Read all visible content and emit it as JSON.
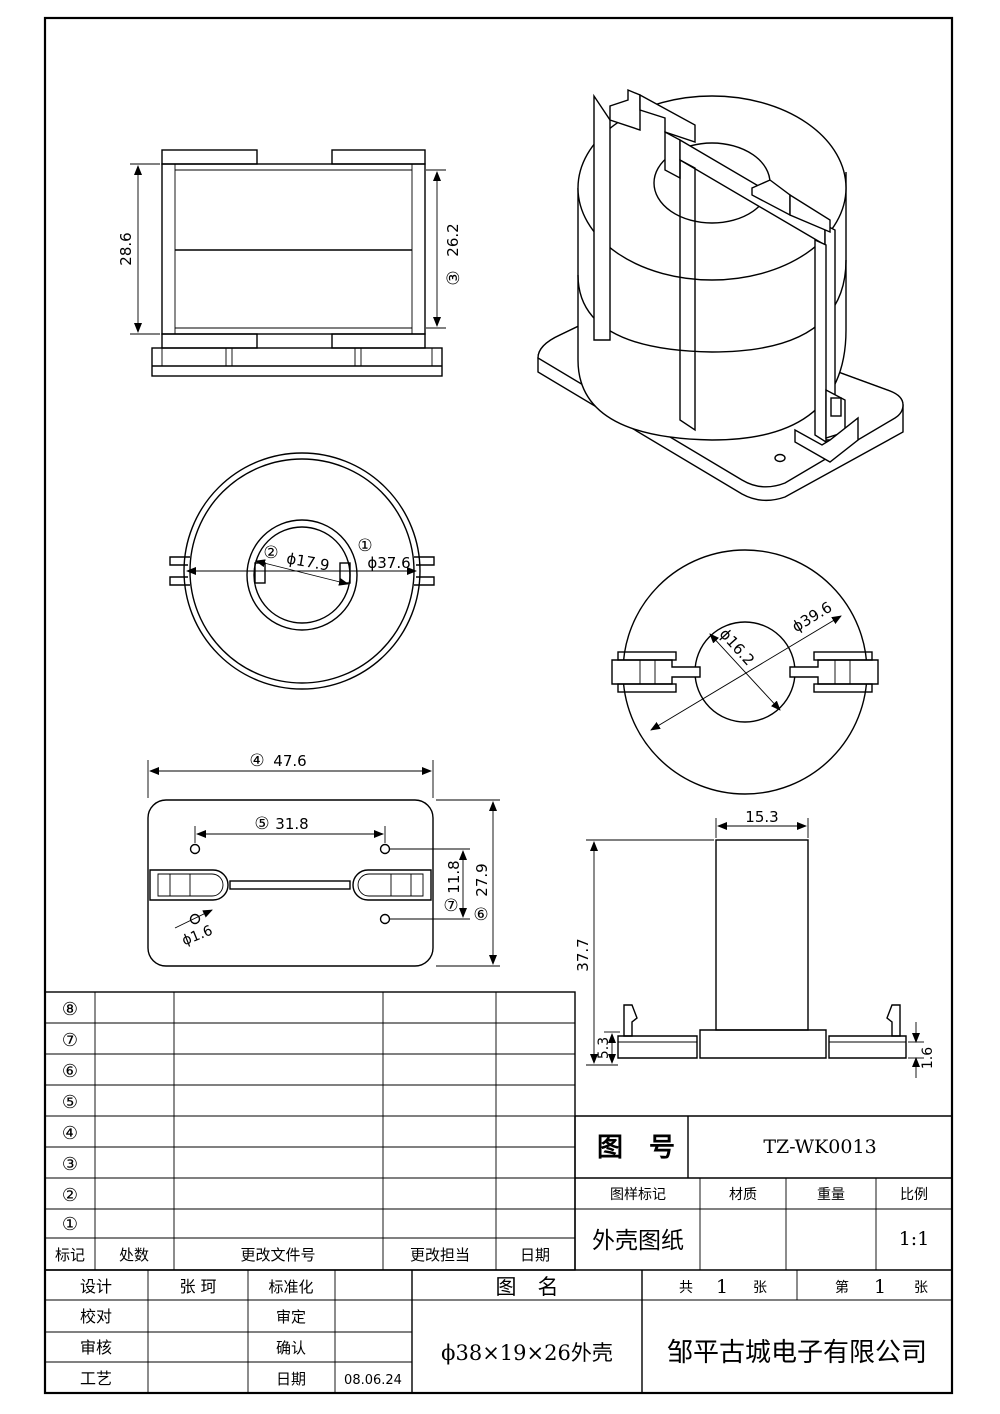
{
  "dims": {
    "front_height": "28.6",
    "front_inner_height": "26.2",
    "front_inner_marker": "③",
    "ring_inner_marker": "②",
    "ring_inner_dia": "ϕ17.9",
    "ring_outer_marker": "①",
    "ring_outer_dia": "ϕ37.6",
    "iso_outer_dia": "ϕ39.6",
    "iso_inner_dia": "ϕ16.2",
    "base_width_marker": "④",
    "base_width": "47.6",
    "hole_spacing_marker": "⑤",
    "hole_spacing": "31.8",
    "slot_spacing_marker": "⑦",
    "slot_spacing": "11.8",
    "base_depth_marker": "⑥",
    "base_depth": "27.9",
    "hole_dia": "ϕ1.6",
    "side_width": "15.3",
    "side_height": "37.7",
    "side_base": "5.3",
    "side_thickness": "1.6"
  },
  "revision_table": {
    "row_markers": [
      "⑧",
      "⑦",
      "⑥",
      "⑤",
      "④",
      "③",
      "②",
      "①"
    ],
    "headers": [
      "标记",
      "处数",
      "更改文件号",
      "更改担当",
      "日期"
    ]
  },
  "title_block": {
    "drawing_no_label": "图　号",
    "drawing_no": "TZ-WK0013",
    "mark_label": "图样标记",
    "material_label": "材质",
    "weight_label": "重量",
    "scale_label": "比例",
    "doc_type": "外壳图纸",
    "scale": "1:1",
    "name_label": "图　名",
    "total_label": "共",
    "total_value": "1",
    "sheet_unit_1": "张",
    "sheet_label": "第",
    "sheet_value": "1",
    "sheet_unit_2": "张",
    "design_label": "设计",
    "designer": "张 珂",
    "standard_label": "标准化",
    "check_label": "校对",
    "approve_label": "审定",
    "audit_label": "审核",
    "confirm_label": "确认",
    "process_label": "工艺",
    "date_label": "日期",
    "date": "08.06.24",
    "part_name": "ϕ38×19×26外壳",
    "company": "邹平古城电子有限公司"
  }
}
